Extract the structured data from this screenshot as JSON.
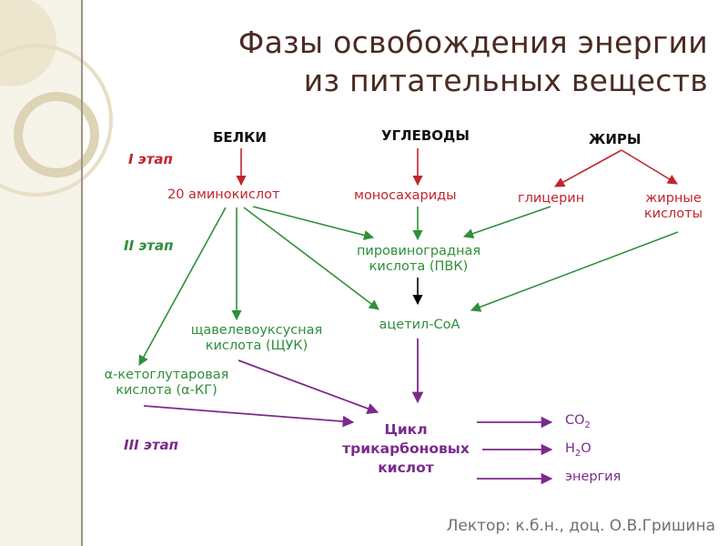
{
  "title": {
    "line1": "Фазы освобождения энергии",
    "line2": "из питательных веществ"
  },
  "headers": {
    "proteins": "БЕЛКИ",
    "carbs": "УГЛЕВОДЫ",
    "fats": "ЖИРЫ"
  },
  "stages": {
    "one": "I этап",
    "two": "II этап",
    "three": "III этап"
  },
  "stage_one": {
    "amino": "20 аминокислот",
    "mono": "моносахариды",
    "glycerol": "глицерин",
    "fatty_line1": "жирные",
    "fatty_line2": "кислоты"
  },
  "stage_two": {
    "pvk_line1": "пировиноградная",
    "pvk_line2": "кислота (ПВК)",
    "acetyl": "ацетил-СоА",
    "shuk_line1": "щавелевоуксусная",
    "shuk_line2": "кислота (ЩУК)",
    "akg_line1": "α-кетоглутаровая",
    "akg_line2": "кислота (α-КГ)"
  },
  "stage_three": {
    "cycle_line1": "Цикл",
    "cycle_line2": "трикарбоновых",
    "cycle_line3": "кислот",
    "out_co2_base": "CO",
    "out_co2_sub": "2",
    "out_h2o_a": "H",
    "out_h2o_sub": "2",
    "out_h2o_b": "O",
    "out_energy": "энергия"
  },
  "footer": "Лектор: к.б.н., доц. О.В.Гришина",
  "colors": {
    "title": "#4a2a22",
    "red_arrow": "#c0262d",
    "green_arrow": "#2f8f3a",
    "purple_arrow": "#7b2a8c",
    "black_arrow": "#000000",
    "decor_beige": "#ede6cf",
    "decor_line": "#9c968a"
  }
}
